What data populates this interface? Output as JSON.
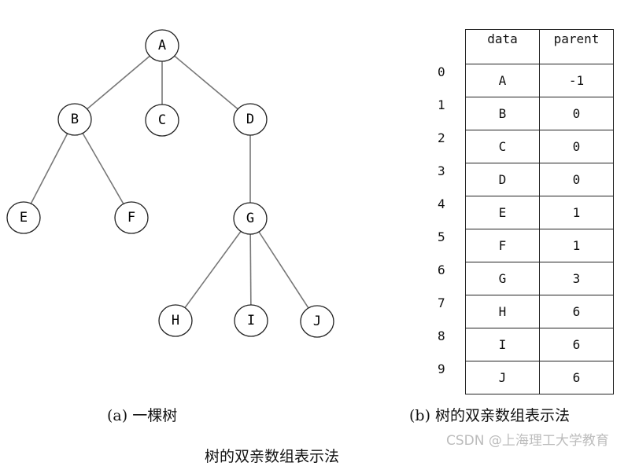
{
  "tree": {
    "nodes": [
      "A",
      "B",
      "C",
      "D",
      "E",
      "F",
      "G",
      "H",
      "I",
      "J"
    ]
  },
  "table": {
    "headers": [
      "data",
      "parent"
    ],
    "indices": [
      "0",
      "1",
      "2",
      "3",
      "4",
      "5",
      "6",
      "7",
      "8",
      "9"
    ],
    "rows": [
      {
        "data": "A",
        "parent": "-1"
      },
      {
        "data": "B",
        "parent": "0"
      },
      {
        "data": "C",
        "parent": "0"
      },
      {
        "data": "D",
        "parent": "0"
      },
      {
        "data": "E",
        "parent": "1"
      },
      {
        "data": "F",
        "parent": "1"
      },
      {
        "data": "G",
        "parent": "3"
      },
      {
        "data": "H",
        "parent": "6"
      },
      {
        "data": "I",
        "parent": "6"
      },
      {
        "data": "J",
        "parent": "6"
      }
    ]
  },
  "captions": {
    "a": "(a) 一棵树",
    "b": "(b) 树的双亲数组表示法",
    "bottom": "树的双亲数组表示法"
  },
  "watermark": "CSDN @上海理工大学教育"
}
